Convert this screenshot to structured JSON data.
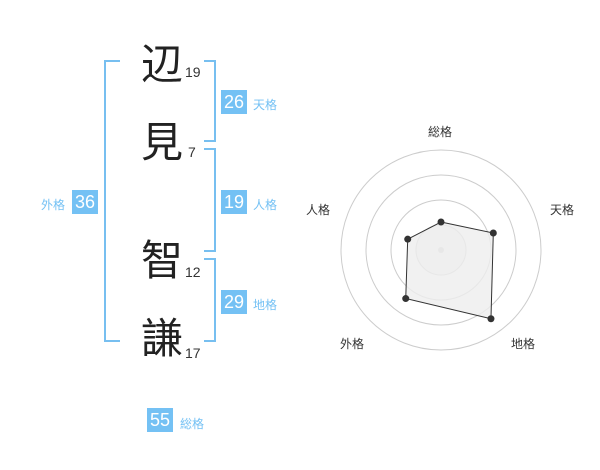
{
  "name": {
    "chars": [
      {
        "char": "辺",
        "strokes": "19"
      },
      {
        "char": "見",
        "strokes": "7"
      },
      {
        "char": "智",
        "strokes": "12"
      },
      {
        "char": "謙",
        "strokes": "17"
      }
    ]
  },
  "kaku": {
    "tenkaku": {
      "value": "26",
      "label": "天格"
    },
    "jinkaku": {
      "value": "19",
      "label": "人格"
    },
    "chikaku": {
      "value": "29",
      "label": "地格"
    },
    "gaikaku": {
      "value": "36",
      "label": "外格"
    },
    "soukaku": {
      "value": "55",
      "label": "総格"
    }
  },
  "radar": {
    "axes": [
      "総格",
      "天格",
      "地格",
      "外格",
      "人格"
    ],
    "values": [
      0.28,
      0.55,
      0.85,
      0.6,
      0.35
    ],
    "colors": {
      "fill": "#ededed",
      "line": "#333333",
      "point": "#333333",
      "ring": "#cccccc",
      "center": "#cccccc"
    }
  }
}
